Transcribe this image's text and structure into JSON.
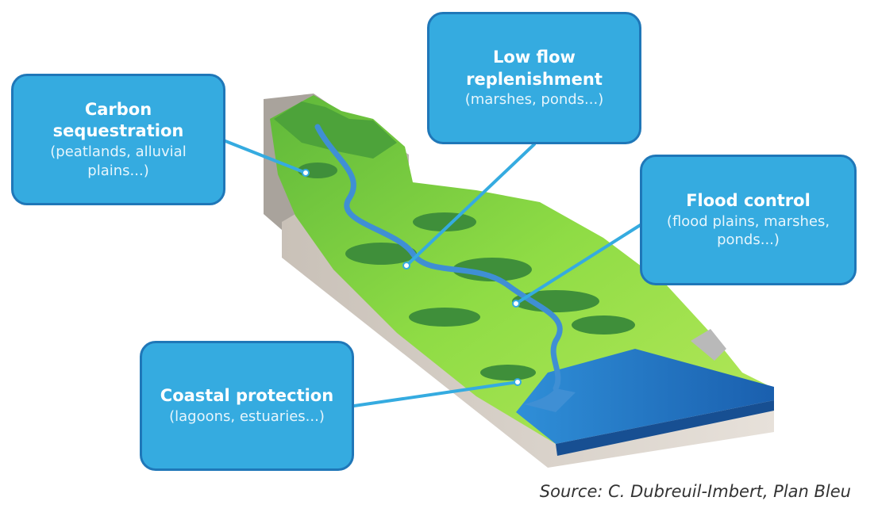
{
  "callouts": {
    "carbon": {
      "title": "Carbon sequestration",
      "detail": "(peatlands, alluvial plains...)"
    },
    "lowflow": {
      "title": "Low flow replenishment",
      "detail": "(marshes, ponds...)"
    },
    "flood": {
      "title": "Flood control",
      "detail": "(flood plains, marshes, ponds...)"
    },
    "coastal": {
      "title": "Coastal protection",
      "detail": "(lagoons, estuaries...)"
    }
  },
  "source": "Source: C. Dubreuil-Imbert, Plan Bleu",
  "colors": {
    "callout_fill": "#35abe0",
    "callout_border": "#1f77b8",
    "land_green": "#7dcf3a",
    "sea_blue": "#1e6fc0",
    "soil": "#d8d0c8"
  }
}
